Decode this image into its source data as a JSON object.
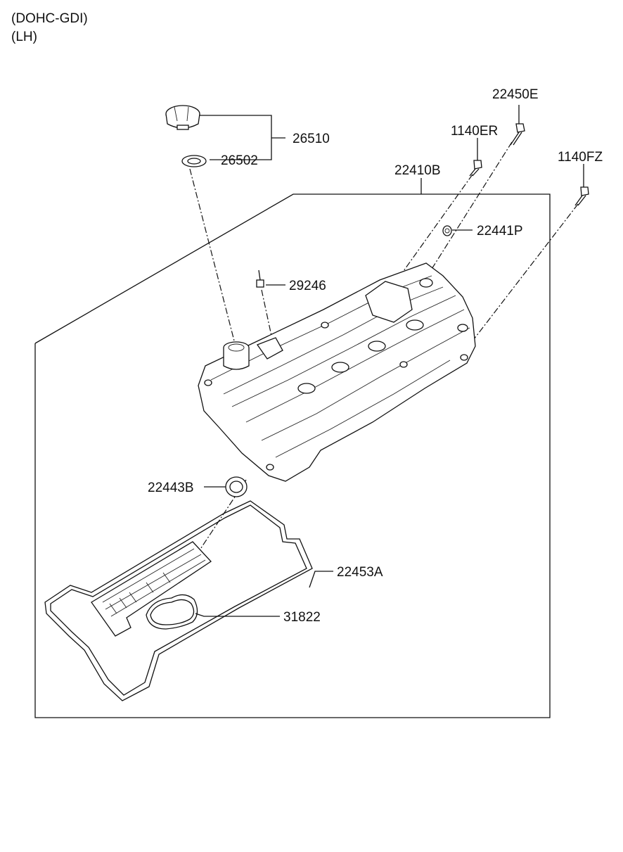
{
  "header": {
    "engine": "(DOHC-GDI)",
    "side": "(LH)"
  },
  "parts": {
    "p26510": "26510",
    "p26502": "26502",
    "p22450E": "22450E",
    "p1140ER": "1140ER",
    "p1140FZ": "1140FZ",
    "p22410B": "22410B",
    "p22441P": "22441P",
    "p29246": "29246",
    "p22443B": "22443B",
    "p22453A": "22453A",
    "p31822": "31822"
  }
}
